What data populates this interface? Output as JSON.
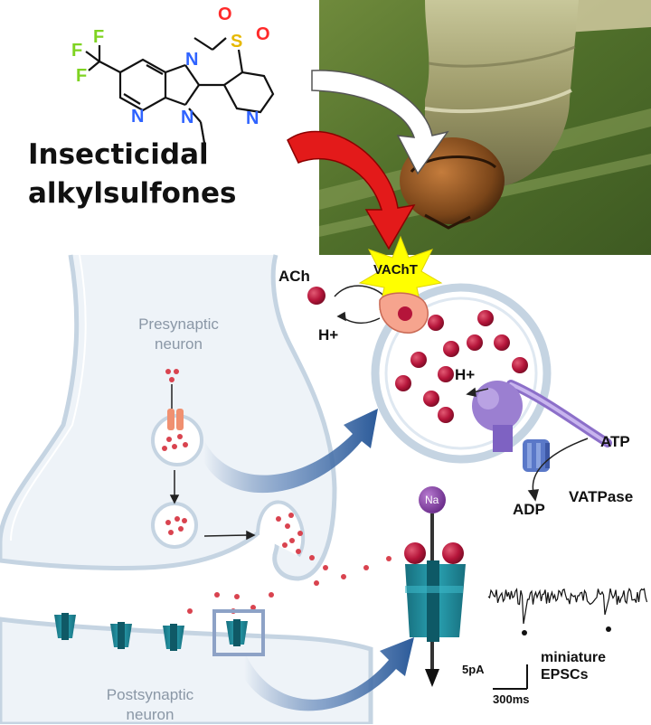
{
  "title": {
    "line1": "Insecticidal",
    "line2": "alkylsulfones"
  },
  "molecule": {
    "fluorine_symbol": "F",
    "nitrogen_symbol": "N",
    "sulfur_symbol": "S",
    "oxygen_symbol": "O",
    "colors": {
      "fluorine": "#7ed321",
      "nitrogen": "#2f63ff",
      "sulfur": "#e6b800",
      "oxygen": "#ff2a2a",
      "bond": "#111111"
    }
  },
  "labels": {
    "presynaptic": [
      "Presynaptic",
      "neuron"
    ],
    "postsynaptic": [
      "Postsynaptic",
      "neuron"
    ],
    "acetylcholine": "ACh",
    "proton_out": "H+",
    "proton_in": "H+",
    "transporter": "VAChT",
    "atp": "ATP",
    "adp": "ADP",
    "pump": "VATPase",
    "sodium": "Na",
    "epsc": [
      "miniature",
      "EPSCs"
    ],
    "scale_current": "5pA",
    "scale_time": "300ms"
  },
  "colors": {
    "membrane": "#c5d4e2",
    "neurotransmitter": "#b5153a",
    "receptor": "#1e8a9a",
    "arrow_blue": "#2b5a99",
    "arrow_red": "#e31a1a",
    "star": "#ffff00",
    "pump": "#9b7fd1",
    "pump_base": "#5a78c8"
  },
  "icons": [
    "caterpillar-photo",
    "star-burst-icon",
    "curved-arrow-icon"
  ]
}
